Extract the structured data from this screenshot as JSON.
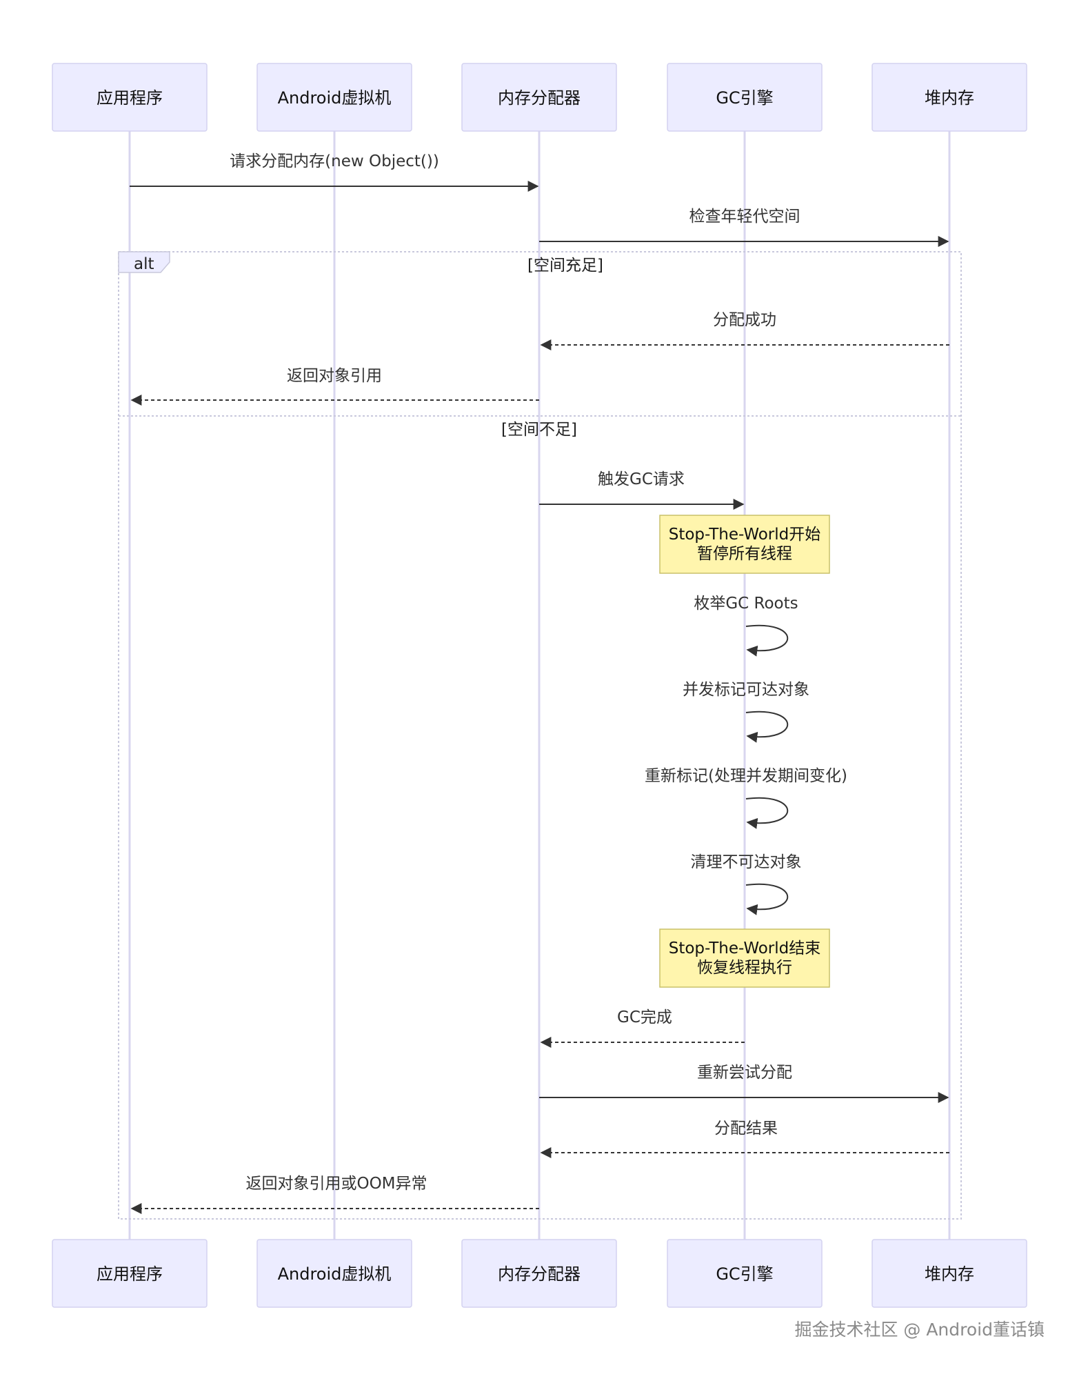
{
  "actors": [
    {
      "id": "app",
      "label": "应用程序"
    },
    {
      "id": "vm",
      "label": "Android虚拟机"
    },
    {
      "id": "alloc",
      "label": "内存分配器"
    },
    {
      "id": "gc",
      "label": "GC引擎"
    },
    {
      "id": "heap",
      "label": "堆内存"
    }
  ],
  "messages": [
    {
      "from": "app",
      "to": "alloc",
      "label": "请求分配内存(new Object())",
      "style": "solid"
    },
    {
      "from": "alloc",
      "to": "heap",
      "label": "检查年轻代空间",
      "style": "solid"
    },
    {
      "from": "heap",
      "to": "alloc",
      "label": "分配成功",
      "style": "dashed"
    },
    {
      "from": "alloc",
      "to": "app",
      "label": "返回对象引用",
      "style": "dashed"
    },
    {
      "from": "alloc",
      "to": "gc",
      "label": "触发GC请求",
      "style": "solid"
    },
    {
      "from": "gc",
      "to": "gc",
      "label": "枚举GC Roots",
      "style": "self"
    },
    {
      "from": "gc",
      "to": "gc",
      "label": "并发标记可达对象",
      "style": "self"
    },
    {
      "from": "gc",
      "to": "gc",
      "label": "重新标记(处理并发期间变化)",
      "style": "self"
    },
    {
      "from": "gc",
      "to": "gc",
      "label": "清理不可达对象",
      "style": "self"
    },
    {
      "from": "gc",
      "to": "alloc",
      "label": "GC完成",
      "style": "dashed"
    },
    {
      "from": "alloc",
      "to": "heap",
      "label": "重新尝试分配",
      "style": "solid"
    },
    {
      "from": "heap",
      "to": "alloc",
      "label": "分配结果",
      "style": "dashed"
    },
    {
      "from": "alloc",
      "to": "app",
      "label": "返回对象引用或OOM异常",
      "style": "dashed"
    }
  ],
  "alt_block": {
    "tag": "alt",
    "condition_1": "[空间充足]",
    "condition_2": "[空间不足]"
  },
  "notes": [
    {
      "lines": [
        "Stop-The-World开始",
        "暂停所有线程"
      ]
    },
    {
      "lines": [
        "Stop-The-World结束",
        "恢复线程执行"
      ]
    }
  ],
  "watermark": "掘金技术社区 @ Android董话镇",
  "colors": {
    "actor_fill": "#ececff",
    "note_fill": "#fff5ad",
    "line": "#333333"
  }
}
